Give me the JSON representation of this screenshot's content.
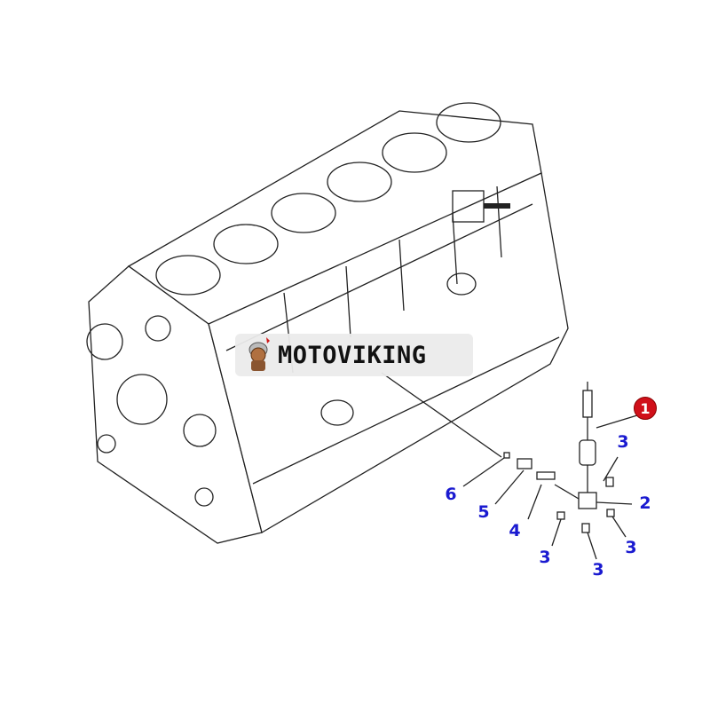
{
  "watermark": {
    "text": "MOTOVIKING"
  },
  "callouts": {
    "c1": "1",
    "c2": "2",
    "c3a": "3",
    "c3b": "3",
    "c3c": "3",
    "c3d": "3",
    "c4": "4",
    "c5": "5",
    "c6": "6"
  },
  "colors": {
    "callout": "#1a1ad0",
    "callout_highlight": "#d0101a"
  }
}
